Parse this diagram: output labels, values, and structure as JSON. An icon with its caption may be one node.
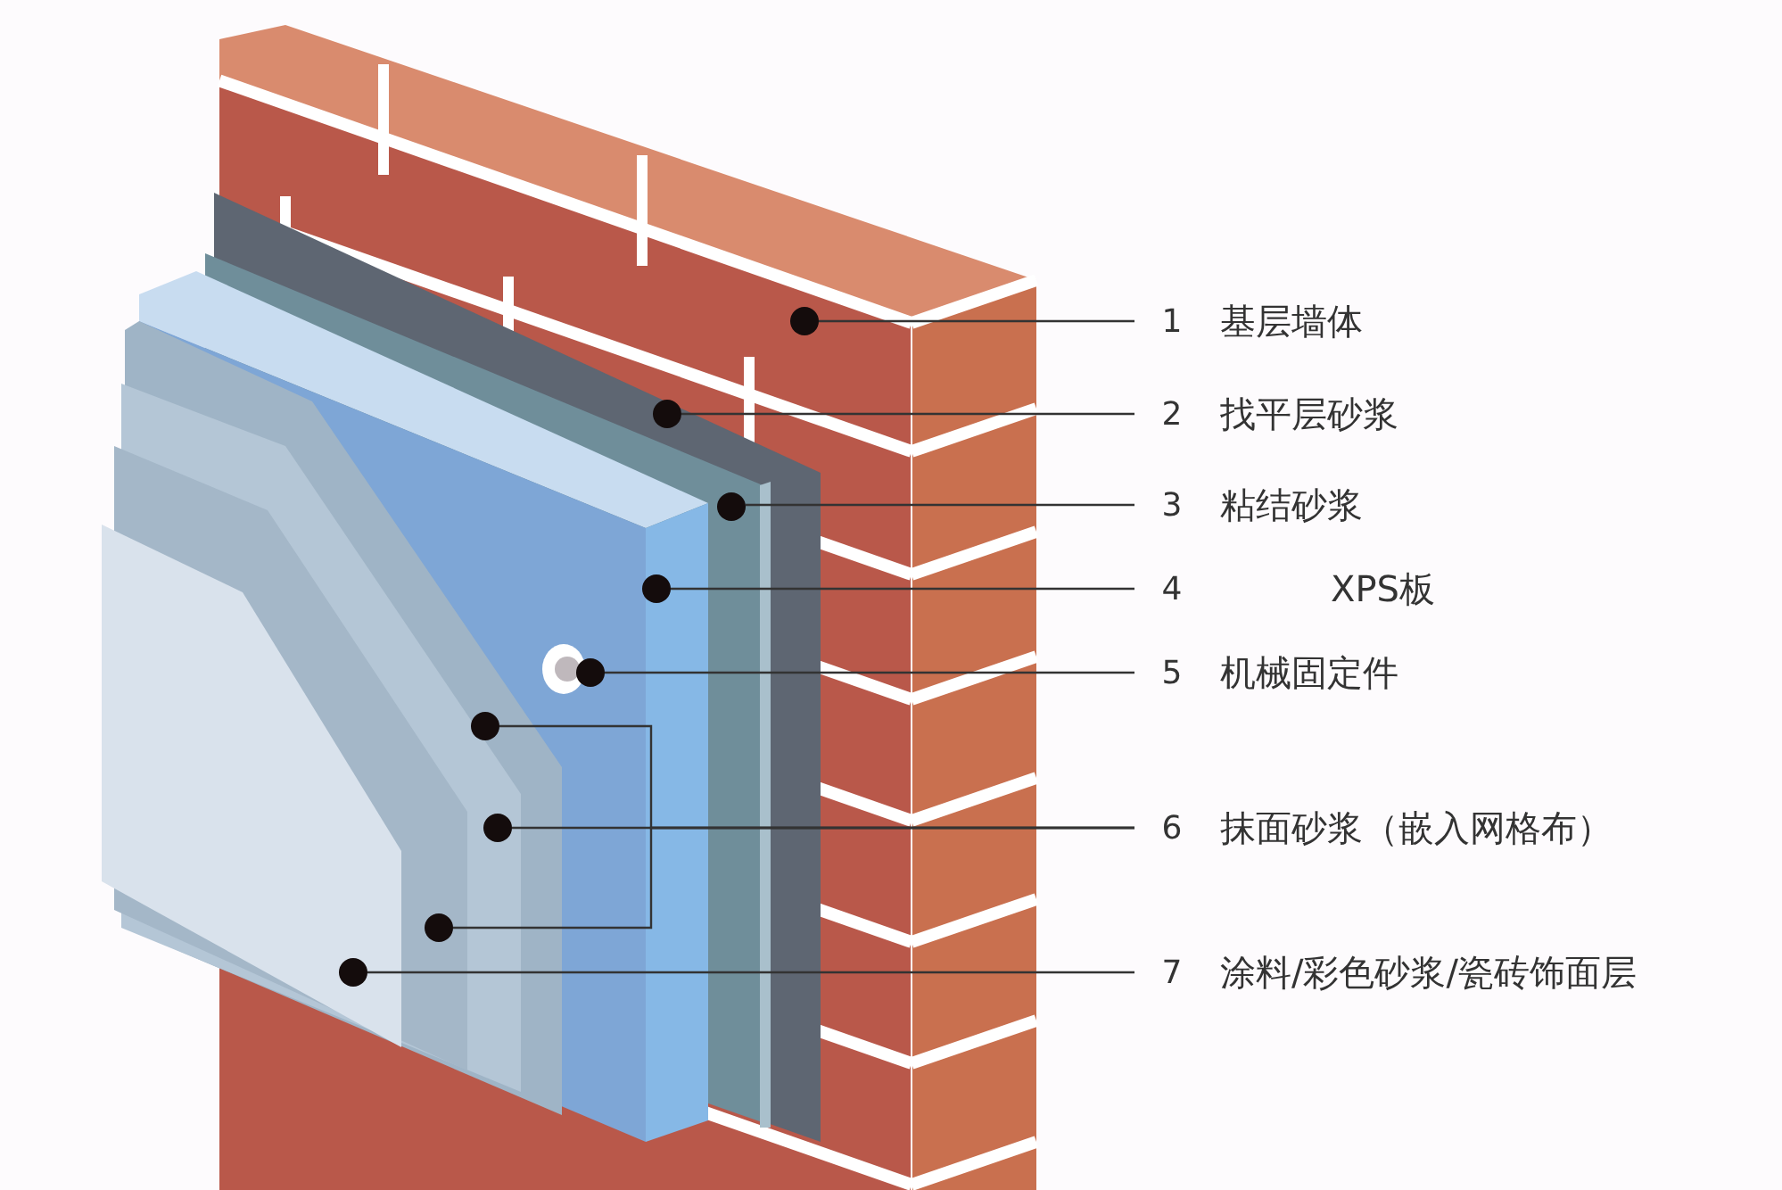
{
  "diagram": {
    "nodes": [
      {
        "text": [
          "1",
          "基层墙体"
        ]
      },
      {
        "text": [
          "2",
          "找平层砂浆"
        ]
      },
      {
        "text": [
          "3",
          "粘结砂浆"
        ]
      },
      {
        "text": [
          "4",
          "XPS板"
        ]
      },
      {
        "text": [
          "5",
          "机械固定件"
        ]
      },
      {
        "text": [
          "6",
          "抹面砂浆（嵌入网格布）"
        ]
      },
      {
        "text": [
          "7",
          "涂料/彩色砂浆/瓷砖饰面层"
        ]
      },
      {
        "text": [],
        "shape": "circle"
      },
      {
        "text": [],
        "shape": "circle"
      },
      {
        "text": [],
        "shape": "circle"
      },
      {
        "text": [],
        "shape": "circle"
      },
      {
        "text": [],
        "shape": "circle"
      },
      {
        "text": [],
        "shape": "circle"
      },
      {
        "text": [],
        "shape": "circle"
      },
      {
        "text": [],
        "shape": "circle"
      },
      {
        "text": [],
        "shape": "circle"
      }
    ],
    "edges": [
      {
        "from": 0,
        "to": 7,
        "arrow": "none"
      },
      {
        "from": 1,
        "to": 8,
        "arrow": "none"
      },
      {
        "from": 2,
        "to": 9,
        "arrow": "none"
      },
      {
        "from": 3,
        "to": 10,
        "arrow": "none"
      },
      {
        "from": 4,
        "to": 11,
        "arrow": "none"
      },
      {
        "from": 5,
        "to": 12,
        "arrow": "none"
      },
      {
        "from": 5,
        "to": 13,
        "arrow": "none"
      },
      {
        "from": 5,
        "to": 14,
        "arrow": "none"
      },
      {
        "from": 6,
        "to": 15,
        "arrow": "none"
      }
    ]
  }
}
